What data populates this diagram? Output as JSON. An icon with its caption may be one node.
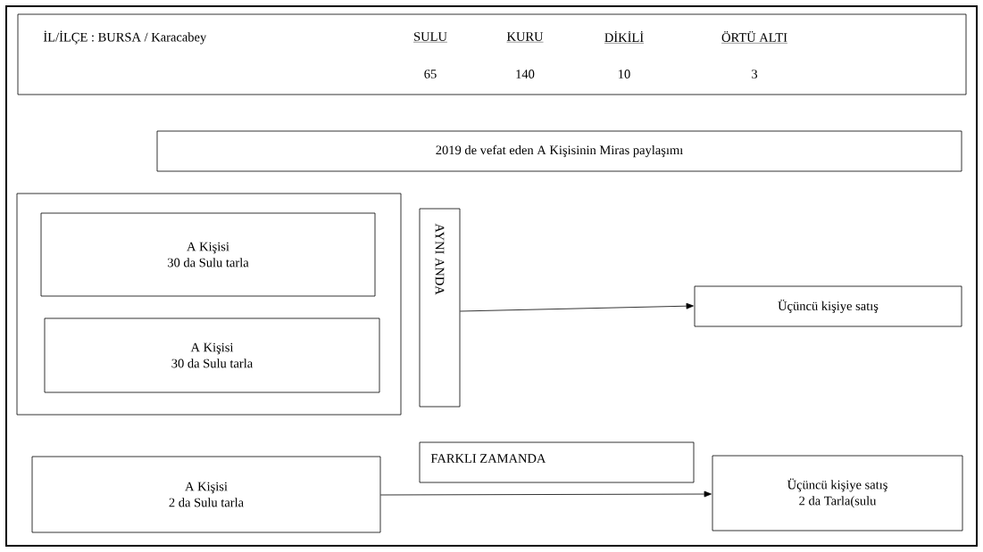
{
  "diagram": {
    "nodes": [
      {
        "text": [
          "İL/İLÇE  : BURSA / Karacabey",
          "SULU",
          "KURU",
          "DİKİLİ",
          "ÖRTÜ ALTI",
          "65",
          "140",
          "10",
          "3"
        ]
      },
      {
        "text": [
          "2019 de vefat eden A Kişisinin Miras paylaşımı"
        ]
      },
      {
        "text": [],
        "shape": "box"
      },
      {
        "text": [
          "A Kişisi",
          "30 da Sulu tarla"
        ],
        "in": 2
      },
      {
        "text": [
          "A Kişisi",
          "30 da Sulu tarla"
        ],
        "in": 2
      },
      {
        "text": [
          "AYNI ANDA"
        ]
      },
      {
        "text": [
          "Üçüncü kişiye satış"
        ]
      },
      {
        "text": [
          "A Kişisi",
          "2 da Sulu tarla"
        ]
      },
      {
        "text": [
          "FARKLI ZAMANDA"
        ]
      },
      {
        "text": [
          "Üçüncü kişiye satış",
          "2 da Tarla(sulu"
        ]
      }
    ],
    "edges": [
      {
        "from": 5,
        "to": 6,
        "arrow": "to"
      },
      {
        "from": 7,
        "to": 9,
        "arrow": "to"
      }
    ]
  }
}
